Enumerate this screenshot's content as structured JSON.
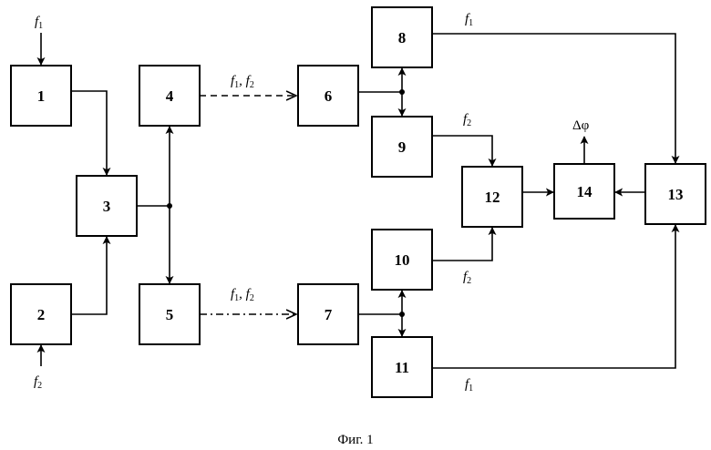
{
  "blocks": [
    {
      "id": "1",
      "label": "1"
    },
    {
      "id": "2",
      "label": "2"
    },
    {
      "id": "3",
      "label": "3"
    },
    {
      "id": "4",
      "label": "4"
    },
    {
      "id": "5",
      "label": "5"
    },
    {
      "id": "6",
      "label": "6"
    },
    {
      "id": "7",
      "label": "7"
    },
    {
      "id": "8",
      "label": "8"
    },
    {
      "id": "9",
      "label": "9"
    },
    {
      "id": "10",
      "label": "10"
    },
    {
      "id": "11",
      "label": "11"
    },
    {
      "id": "12",
      "label": "12"
    },
    {
      "id": "13",
      "label": "13"
    },
    {
      "id": "14",
      "label": "14"
    }
  ],
  "signals": {
    "f_letter": "f",
    "sub1": "1",
    "sub2": "2",
    "sep": ", ",
    "delta_phi": "Δφ"
  },
  "caption": "Фиг. 1"
}
